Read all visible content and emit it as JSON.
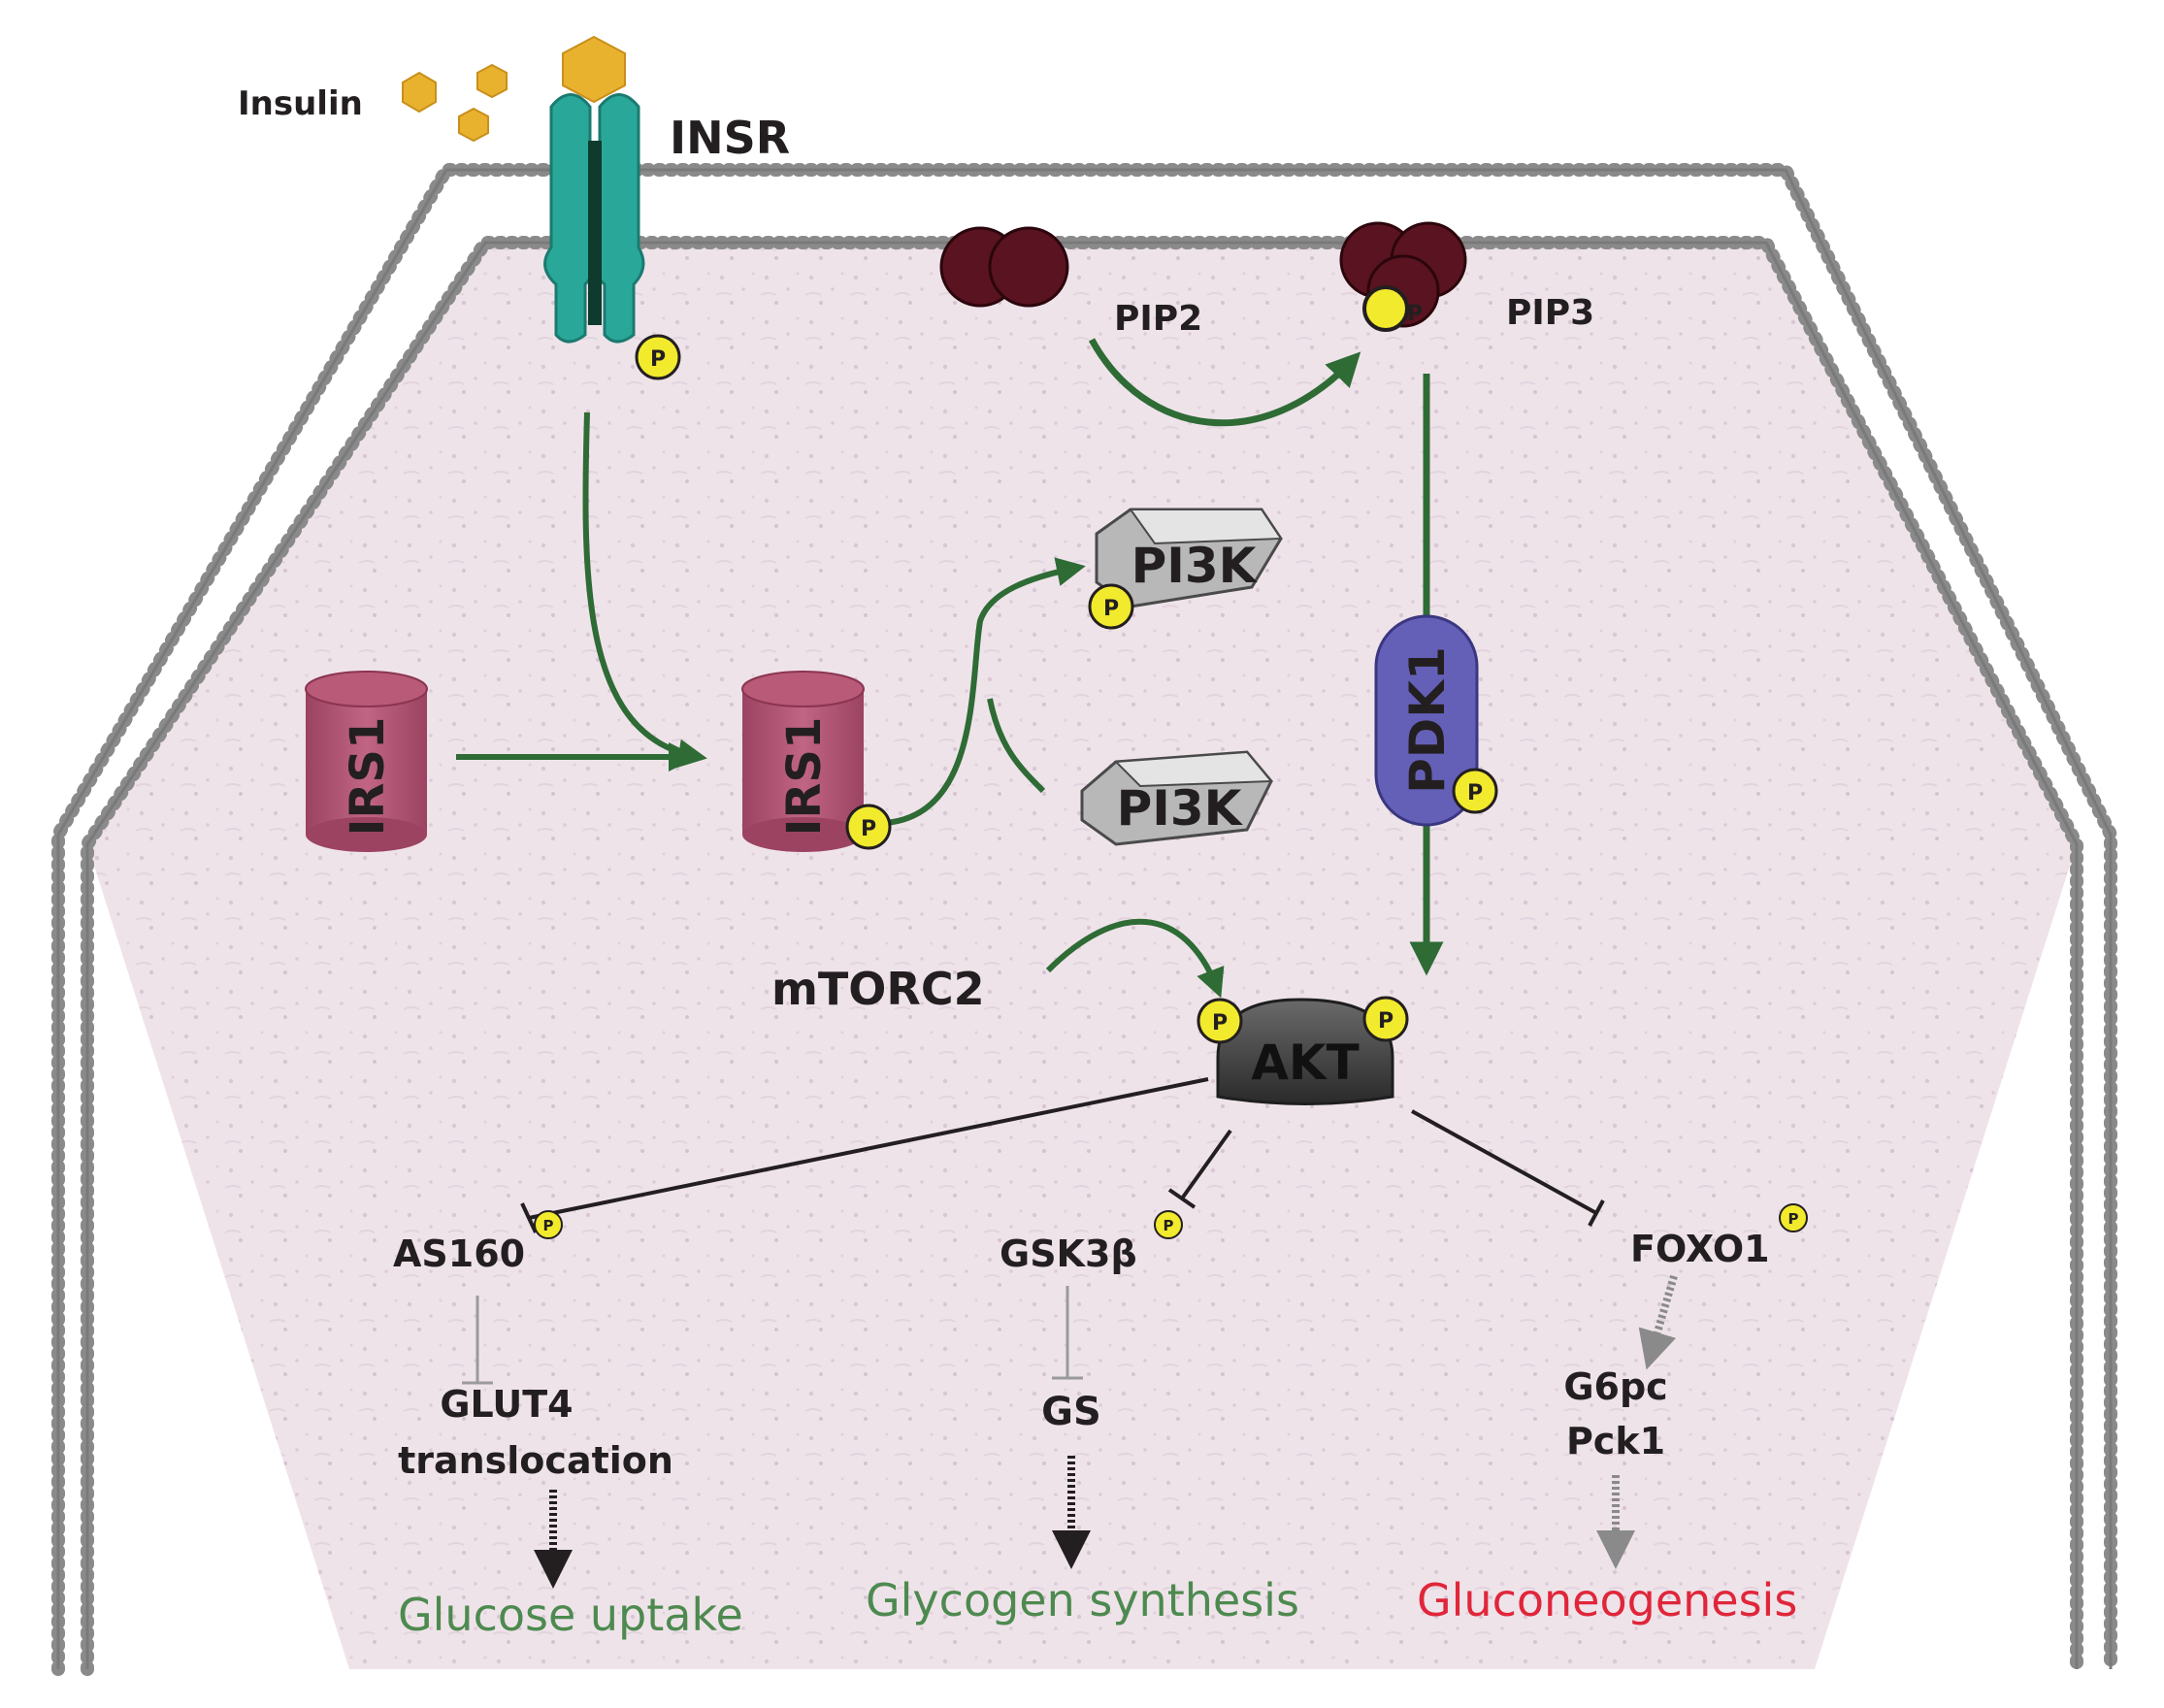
{
  "labels": {
    "insulin": "Insulin",
    "insr": "INSR",
    "pip2": "PIP2",
    "pip3": "PIP3",
    "pi3k": "PI3K",
    "irs1": "IRS1",
    "pdk1": "PDK1",
    "mtorc2": "mTORC2",
    "akt": "AKT",
    "as160": "AS160",
    "gsk3b": "GSK3β",
    "foxo1": "FOXO1",
    "glut4": "GLUT4",
    "translocation": "translocation",
    "gs": "GS",
    "g6pc": "G6pc",
    "pck1": "Pck1",
    "phospho": "P"
  },
  "outcomes": {
    "glucose_uptake": "Glucose uptake",
    "glycogen_synthesis": "Glycogen synthesis",
    "gluconeogenesis": "Gluconeogenesis"
  },
  "colors": {
    "arrow_green": "#2e6b35",
    "membrane": "#8a8a8a",
    "cytoplasm": "#efe3ea",
    "receptor_teal": "#29a89a",
    "insulin_gold": "#e8b22e",
    "phospho_yellow": "#f2ea2c",
    "irs1_pink": "#b85a78",
    "pdk1_purple": "#6460b8",
    "akt_gray": "#4a4a4a",
    "pip_maroon": "#5a1320",
    "outcome_green": "#4d8a4f",
    "outcome_red": "#e0263a"
  }
}
